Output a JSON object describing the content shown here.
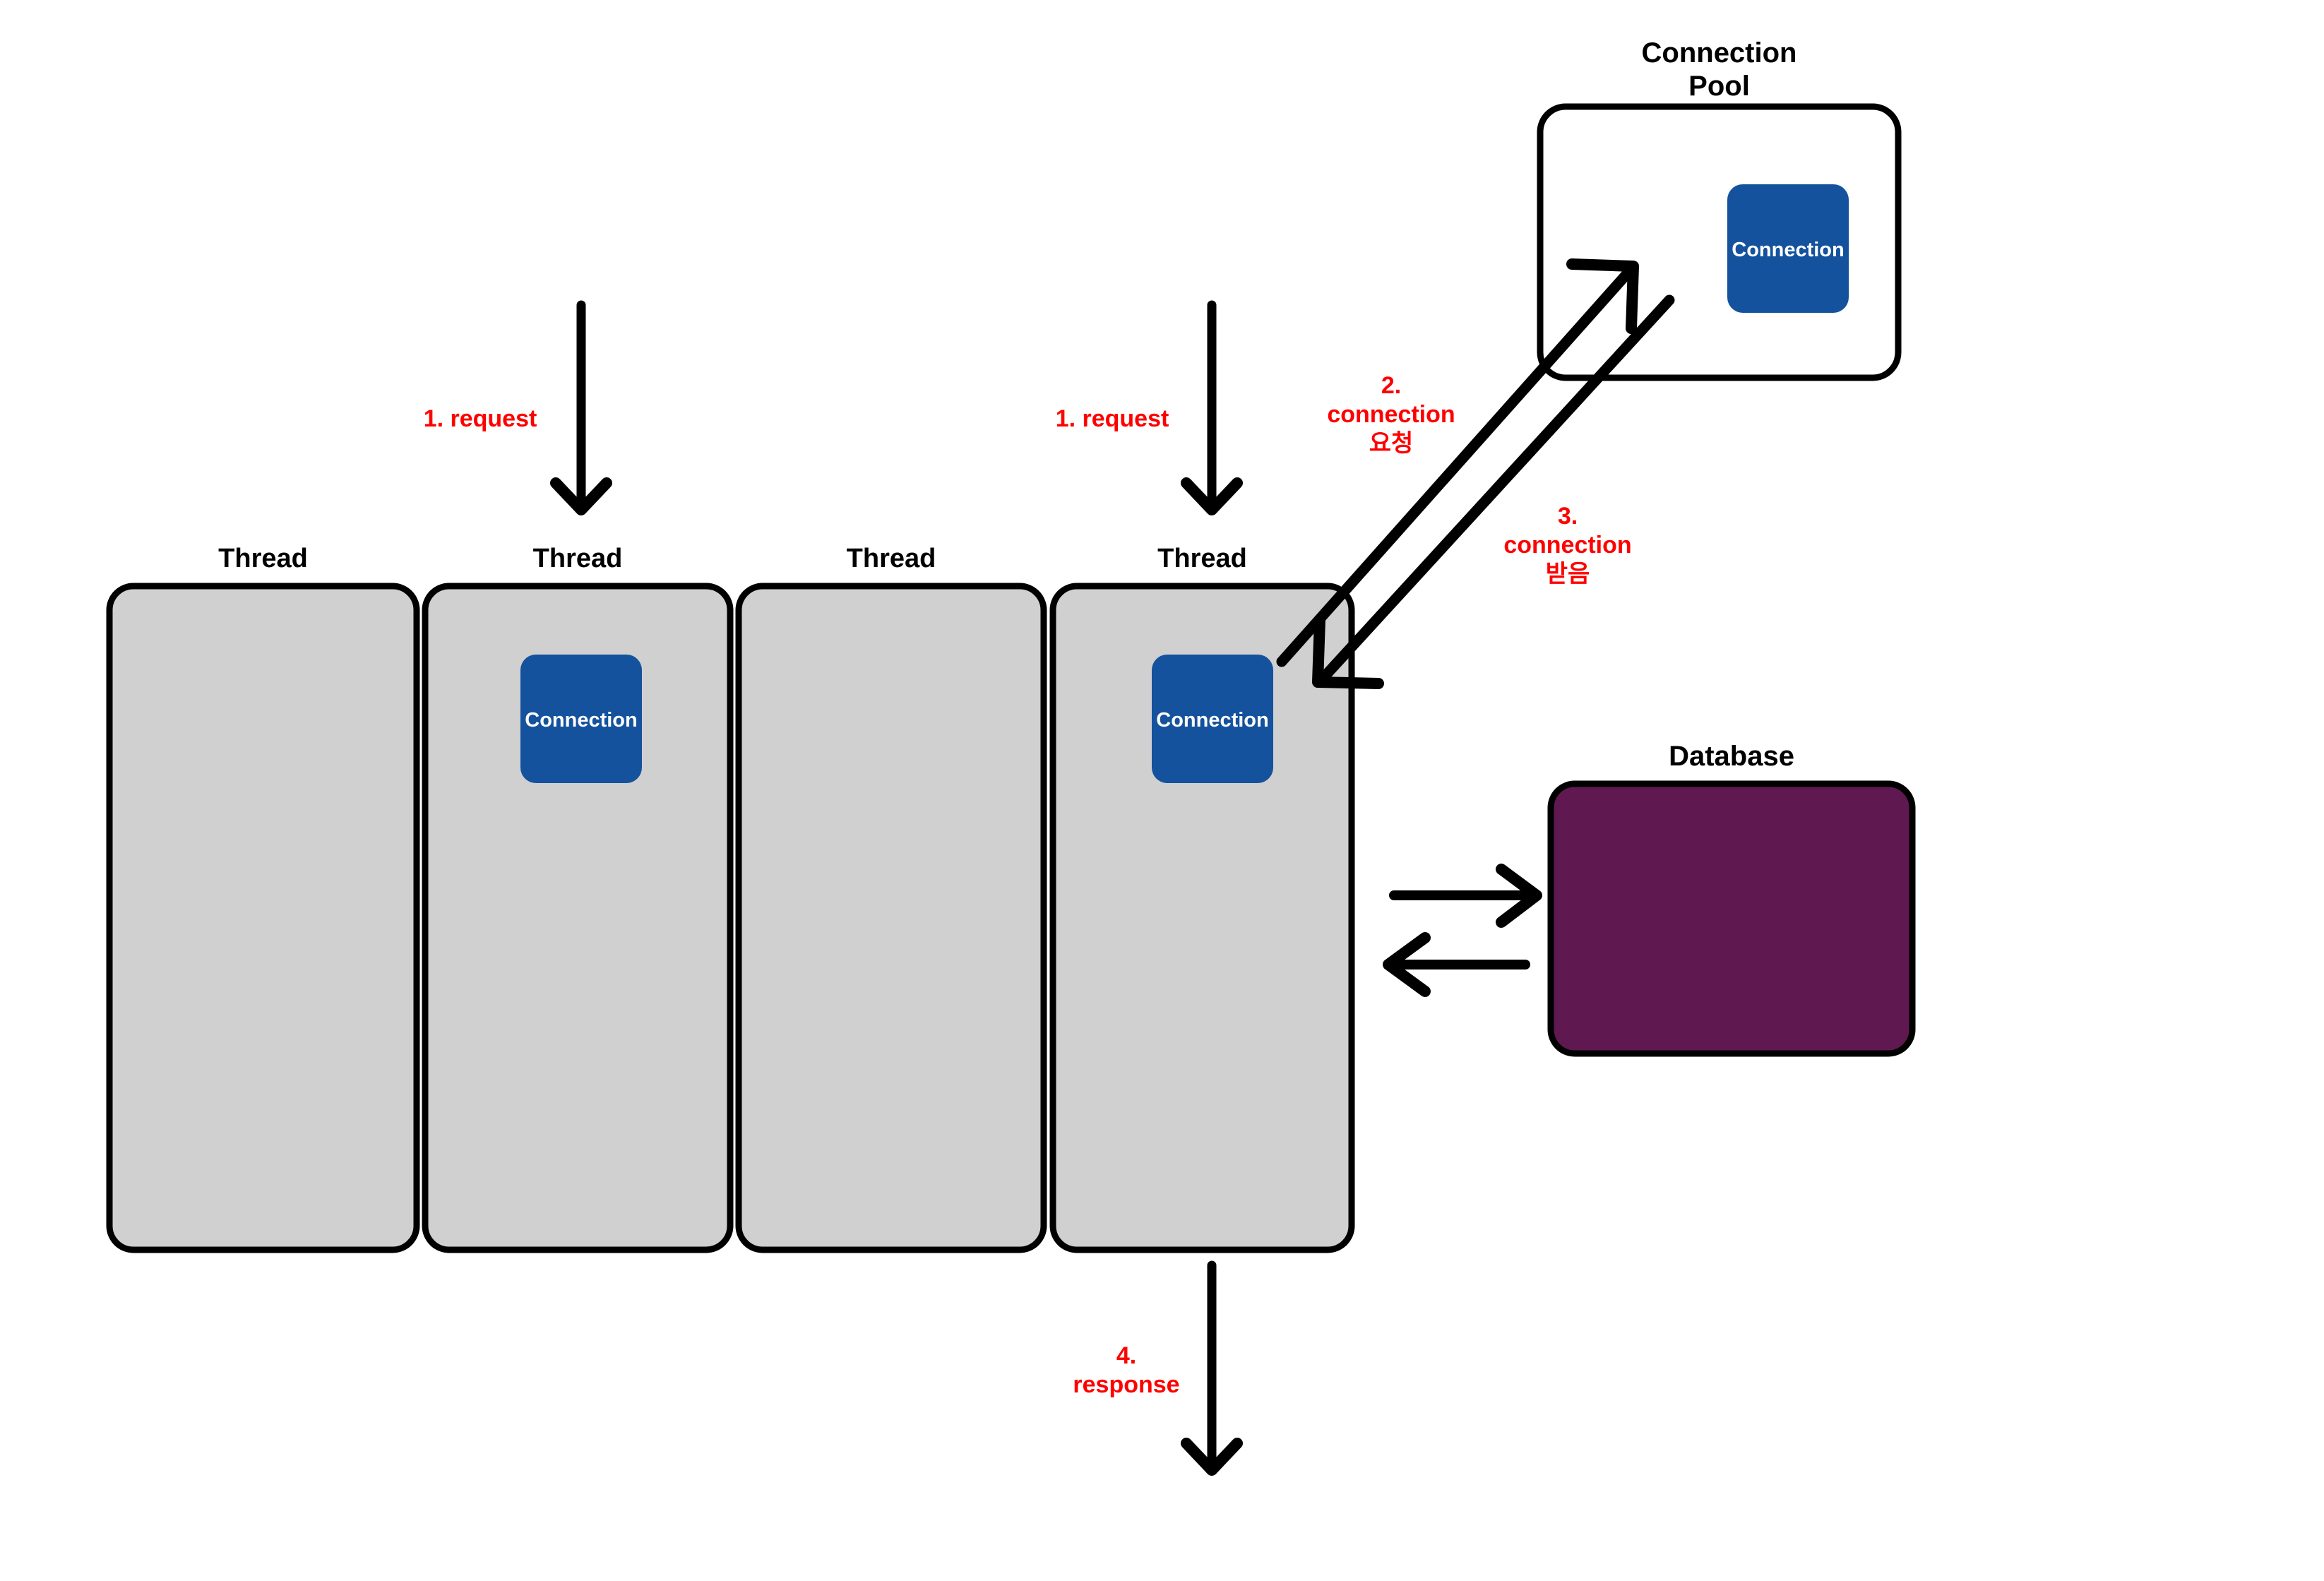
{
  "diagram": {
    "title_semantics": "database-connection-pool-flow",
    "background_color": "#ffffff",
    "colors": {
      "thread_fill": "#d0d0d0",
      "thread_stroke": "#000000",
      "connection_fill": "#14529e",
      "connection_text": "#ffffff",
      "database_fill": "#5f1950",
      "database_stroke": "#000000",
      "pool_fill": "#ffffff",
      "pool_stroke": "#000000",
      "annotation_color": "#ff0000",
      "arrow_color": "#000000"
    },
    "pool": {
      "label": "Connection\nPool",
      "connection": {
        "label": "Connection"
      }
    },
    "threads": [
      {
        "label": "Thread",
        "connection": null
      },
      {
        "label": "Thread",
        "connection": {
          "label": "Connection"
        }
      },
      {
        "label": "Thread",
        "connection": null
      },
      {
        "label": "Thread",
        "connection": {
          "label": "Connection"
        }
      }
    ],
    "database": {
      "label": "Database"
    },
    "annotations": [
      {
        "id": "step1a",
        "text": "1. request"
      },
      {
        "id": "step1b",
        "text": "1. request"
      },
      {
        "id": "step2",
        "text": "2.\nconnection\n요청"
      },
      {
        "id": "step3",
        "text": "3.\nconnection\n받음"
      },
      {
        "id": "step4",
        "text": "4.\nresponse"
      }
    ],
    "arrows": [
      {
        "id": "request-arrow-thread2",
        "direction": "down"
      },
      {
        "id": "request-arrow-thread4",
        "direction": "down"
      },
      {
        "id": "connection-request-arrow",
        "direction": "up-right"
      },
      {
        "id": "connection-receive-arrow",
        "direction": "down-left"
      },
      {
        "id": "db-query-arrow",
        "direction": "right"
      },
      {
        "id": "db-result-arrow",
        "direction": "left"
      },
      {
        "id": "response-arrow",
        "direction": "down"
      }
    ]
  }
}
